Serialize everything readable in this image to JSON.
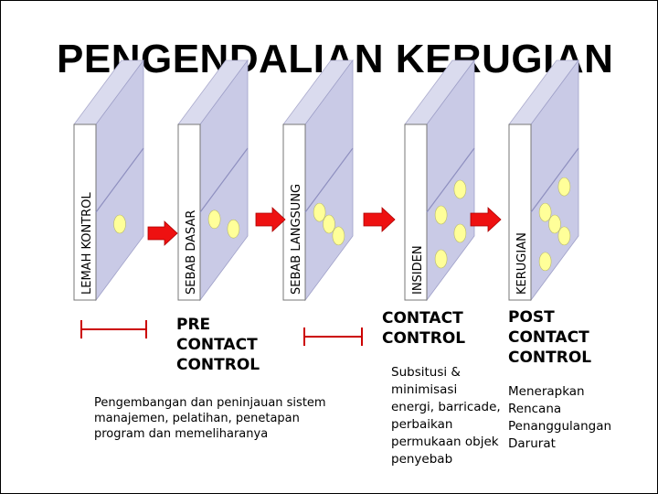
{
  "title": "PENGENDALIAN KERUGIAN",
  "dominoes": [
    {
      "label": "LEMAH KONTROL",
      "dots": 1
    },
    {
      "label": "SEBAB DASAR",
      "dots": 2
    },
    {
      "label": "SEBAB LANGSUNG",
      "dots": 3
    },
    {
      "label": "INSIDEN",
      "dots": 4
    },
    {
      "label": "KERUGIAN",
      "dots": 5
    }
  ],
  "phases": {
    "pre": "PRE\nCONTACT\nCONTROL",
    "contact": "CONTACT\nCONTROL",
    "post": "POST\nCONTACT\nCONTROL"
  },
  "notes": {
    "pre": "Pengembangan dan peninjauan sistem\nmanajemen, pelatihan, penetapan\nprogram dan memeliharanya",
    "contact": "Subsitusi &\nminimisasi\nenergi, barricade,\nperbaikan\npermukaan objek\npenyebab",
    "post": "Menerapkan\nRencana\nPenanggulangan\nDarurat"
  },
  "colors": {
    "domino_front": "#ffffff",
    "domino_side": "#c9cae6",
    "dot": "#ffff99",
    "arrow": "#ee1111",
    "line": "#cc0000"
  }
}
